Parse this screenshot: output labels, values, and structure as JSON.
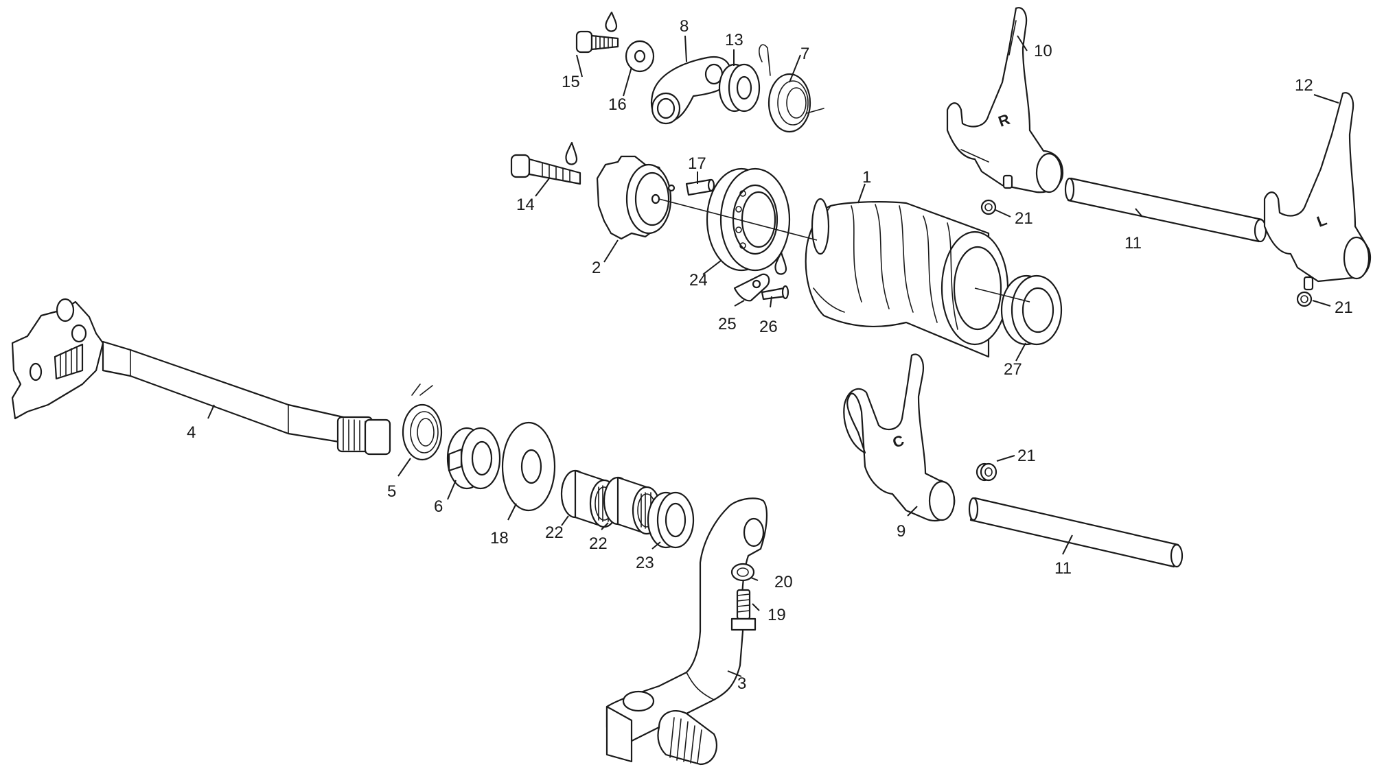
{
  "diagram": {
    "type": "exploded parts diagram",
    "subject": "gearbox shift mechanism"
  },
  "callouts": [
    {
      "id": "c1",
      "label": "1"
    },
    {
      "id": "c2",
      "label": "2"
    },
    {
      "id": "c3",
      "label": "3"
    },
    {
      "id": "c4",
      "label": "4"
    },
    {
      "id": "c5",
      "label": "5"
    },
    {
      "id": "c6",
      "label": "6"
    },
    {
      "id": "c7",
      "label": "7"
    },
    {
      "id": "c8",
      "label": "8"
    },
    {
      "id": "c9",
      "label": "9"
    },
    {
      "id": "c10",
      "label": "10"
    },
    {
      "id": "c11a",
      "label": "11"
    },
    {
      "id": "c11b",
      "label": "11"
    },
    {
      "id": "c12",
      "label": "12"
    },
    {
      "id": "c13",
      "label": "13"
    },
    {
      "id": "c14",
      "label": "14"
    },
    {
      "id": "c15",
      "label": "15"
    },
    {
      "id": "c16",
      "label": "16"
    },
    {
      "id": "c17",
      "label": "17"
    },
    {
      "id": "c18",
      "label": "18"
    },
    {
      "id": "c19",
      "label": "19"
    },
    {
      "id": "c20",
      "label": "20"
    },
    {
      "id": "c21a",
      "label": "21"
    },
    {
      "id": "c21b",
      "label": "21"
    },
    {
      "id": "c21c",
      "label": "21"
    },
    {
      "id": "c22a",
      "label": "22"
    },
    {
      "id": "c22b",
      "label": "22"
    },
    {
      "id": "c23",
      "label": "23"
    },
    {
      "id": "c24",
      "label": "24"
    },
    {
      "id": "c25",
      "label": "25"
    },
    {
      "id": "c26",
      "label": "26"
    },
    {
      "id": "c27",
      "label": "27"
    }
  ],
  "fork_markings": {
    "right": "R",
    "left": "L",
    "center": "C"
  },
  "icons": [
    "oil-drop-icon"
  ]
}
